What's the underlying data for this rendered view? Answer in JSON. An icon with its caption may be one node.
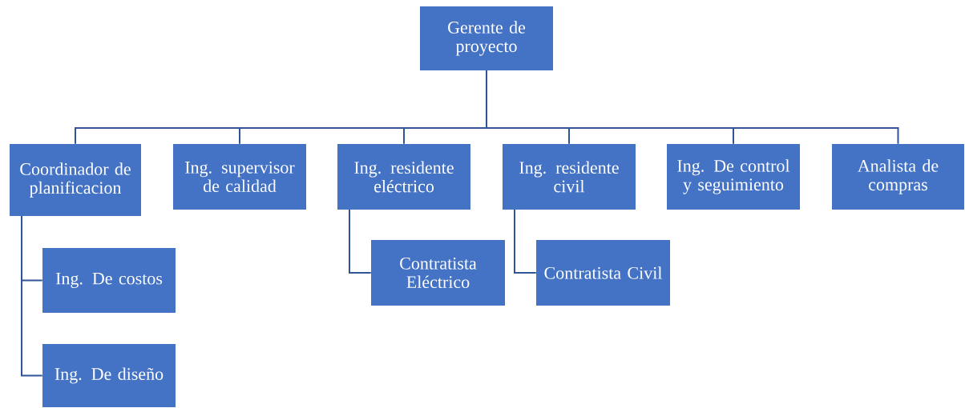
{
  "diagram": {
    "nodes": [
      {
        "text": [
          "Gerente de proyecto"
        ]
      },
      {
        "text": [
          "Coordinador de planificacion"
        ]
      },
      {
        "text": [
          "Ing. supervisor de calidad"
        ]
      },
      {
        "text": [
          "Ing. residente eléctrico"
        ]
      },
      {
        "text": [
          "Ing. residente civil"
        ]
      },
      {
        "text": [
          "Ing. De control y seguimiento"
        ]
      },
      {
        "text": [
          "Analista de compras"
        ]
      },
      {
        "text": [
          "Ing. De costos"
        ]
      },
      {
        "text": [
          "Ing. De diseño"
        ]
      },
      {
        "text": [
          "Contratista Eléctrico"
        ]
      },
      {
        "text": [
          "Contratista Civil"
        ]
      }
    ],
    "edges": [
      {
        "from": 0,
        "to": 1,
        "arrow": "none"
      },
      {
        "from": 0,
        "to": 2,
        "arrow": "none"
      },
      {
        "from": 0,
        "to": 3,
        "arrow": "none"
      },
      {
        "from": 0,
        "to": 4,
        "arrow": "none"
      },
      {
        "from": 0,
        "to": 5,
        "arrow": "none"
      },
      {
        "from": 0,
        "to": 6,
        "arrow": "none"
      },
      {
        "from": 1,
        "to": 7,
        "arrow": "none"
      },
      {
        "from": 1,
        "to": 8,
        "arrow": "none"
      },
      {
        "from": 3,
        "to": 9,
        "arrow": "none"
      },
      {
        "from": 4,
        "to": 10,
        "arrow": "none"
      }
    ]
  }
}
